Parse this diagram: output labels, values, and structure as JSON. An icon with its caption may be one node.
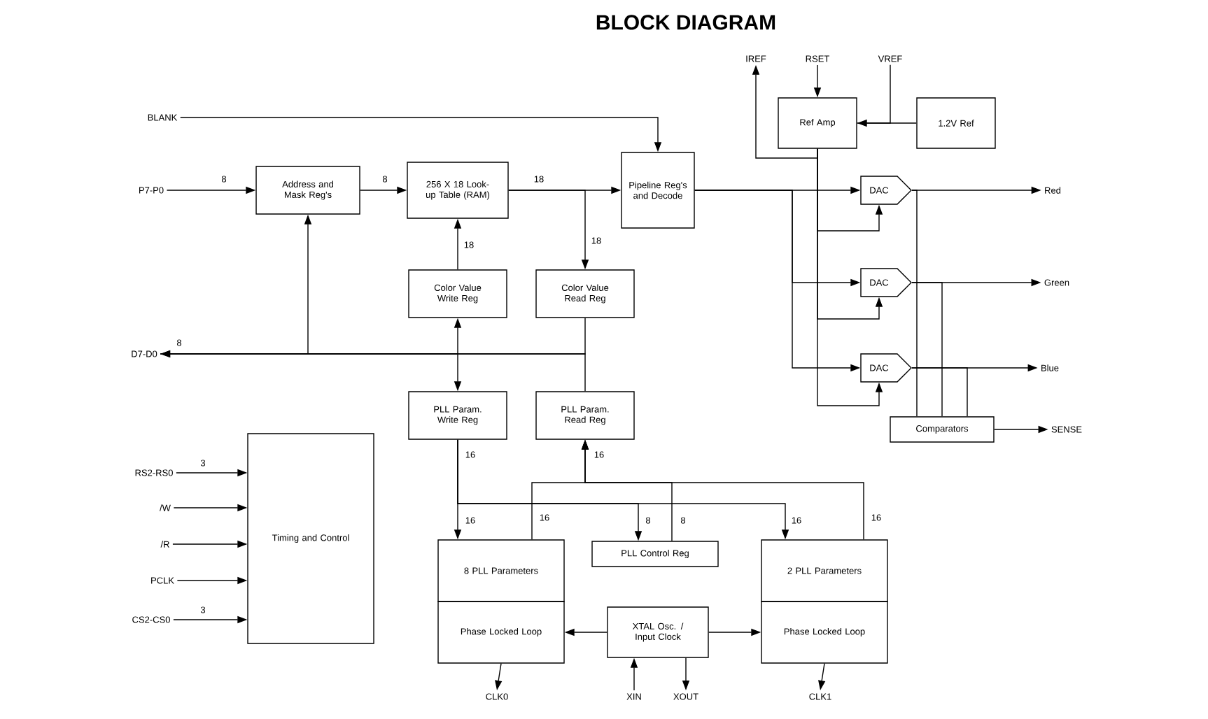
{
  "diagram": {
    "title": "BLOCK DIAGRAM",
    "nodes": [
      {
        "text": [
          "BLANK"
        ]
      },
      {
        "text": [
          "P7-P0"
        ]
      },
      {
        "text": [
          "Address and Mask Reg's"
        ]
      },
      {
        "text": [
          "256 X 18 Look-up Table (RAM)"
        ]
      },
      {
        "text": [
          "Pipeline Reg's and Decode"
        ]
      },
      {
        "text": [
          "Color Value Write Reg"
        ]
      },
      {
        "text": [
          "Color Value Read Reg"
        ]
      },
      {
        "text": [
          "D7-D0"
        ]
      },
      {
        "text": [
          "PLL Param. Write Reg"
        ]
      },
      {
        "text": [
          "PLL Param. Read Reg"
        ]
      },
      {
        "text": [
          "RS2-RS0"
        ]
      },
      {
        "text": [
          "/W"
        ]
      },
      {
        "text": [
          "/R"
        ]
      },
      {
        "text": [
          "PCLK"
        ]
      },
      {
        "text": [
          "CS2-CS0"
        ]
      },
      {
        "text": [
          "Timing and Control"
        ]
      },
      {
        "text": [
          "8 PLL Parameters"
        ]
      },
      {
        "text": [
          "Phase Locked Loop"
        ]
      },
      {
        "text": [
          "PLL Control Reg"
        ]
      },
      {
        "text": [
          "2 PLL Parameters"
        ]
      },
      {
        "text": [
          "Phase Locked Loop"
        ]
      },
      {
        "text": [
          "XTAL Osc. / Input Clock"
        ]
      },
      {
        "text": [
          "CLK0"
        ]
      },
      {
        "text": [
          "XIN"
        ]
      },
      {
        "text": [
          "XOUT"
        ]
      },
      {
        "text": [
          "CLK1"
        ]
      },
      {
        "text": [
          "IREF"
        ]
      },
      {
        "text": [
          "RSET"
        ]
      },
      {
        "text": [
          "VREF"
        ]
      },
      {
        "text": [
          "Ref Amp"
        ]
      },
      {
        "text": [
          "1.2V Ref"
        ]
      },
      {
        "text": [
          "DAC"
        ]
      },
      {
        "text": [
          "DAC"
        ]
      },
      {
        "text": [
          "DAC"
        ]
      },
      {
        "text": [
          "Red"
        ]
      },
      {
        "text": [
          "Green"
        ]
      },
      {
        "text": [
          "Blue"
        ]
      },
      {
        "text": [
          "Comparators"
        ]
      },
      {
        "text": [
          "SENSE"
        ]
      }
    ],
    "edges": [
      {
        "from": 0,
        "to": 4,
        "arrow": "to"
      },
      {
        "from": 1,
        "to": 2,
        "arrow": "to",
        "label": "8"
      },
      {
        "from": 2,
        "to": 3,
        "arrow": "to",
        "label": "8"
      },
      {
        "from": 3,
        "to": 4,
        "arrow": "to",
        "label": "18"
      },
      {
        "from": 3,
        "to": 6,
        "arrow": "to",
        "label": "18"
      },
      {
        "from": 5,
        "to": 3,
        "arrow": "to",
        "label": "18"
      },
      {
        "from": 7,
        "to": 5,
        "arrow": "to"
      },
      {
        "from": 7,
        "to": 2,
        "arrow": "to"
      },
      {
        "from": 6,
        "to": 7,
        "arrow": "to",
        "label": "8"
      },
      {
        "from": 7,
        "to": 8,
        "arrow": "to"
      },
      {
        "from": 9,
        "to": 7,
        "arrow": "to"
      },
      {
        "from": 8,
        "to": 16,
        "arrow": "to",
        "label": "16"
      },
      {
        "from": 8,
        "to": 18,
        "arrow": "to",
        "label": "8"
      },
      {
        "from": 8,
        "to": 19,
        "arrow": "to",
        "label": "16"
      },
      {
        "from": 16,
        "to": 9,
        "arrow": "to",
        "label": "16"
      },
      {
        "from": 18,
        "to": 9,
        "arrow": "to",
        "label": "8"
      },
      {
        "from": 19,
        "to": 9,
        "arrow": "to",
        "label": "16"
      },
      {
        "from": 10,
        "to": 15,
        "arrow": "to",
        "label": "3"
      },
      {
        "from": 11,
        "to": 15,
        "arrow": "to"
      },
      {
        "from": 12,
        "to": 15,
        "arrow": "to"
      },
      {
        "from": 13,
        "to": 15,
        "arrow": "to"
      },
      {
        "from": 14,
        "to": 15,
        "arrow": "to",
        "label": "3"
      },
      {
        "from": 21,
        "to": 17,
        "arrow": "to"
      },
      {
        "from": 21,
        "to": 20,
        "arrow": "to"
      },
      {
        "from": 17,
        "to": 22,
        "arrow": "to"
      },
      {
        "from": 23,
        "to": 21,
        "arrow": "to"
      },
      {
        "from": 21,
        "to": 24,
        "arrow": "to"
      },
      {
        "from": 20,
        "to": 25,
        "arrow": "to"
      },
      {
        "from": 29,
        "to": 26,
        "arrow": "to"
      },
      {
        "from": 27,
        "to": 29,
        "arrow": "to"
      },
      {
        "from": 30,
        "to": 29,
        "arrow": "to"
      },
      {
        "from": 28,
        "to": 29,
        "arrow": "none"
      },
      {
        "from": 29,
        "to": 31,
        "arrow": "to"
      },
      {
        "from": 29,
        "to": 32,
        "arrow": "to"
      },
      {
        "from": 29,
        "to": 33,
        "arrow": "to"
      },
      {
        "from": 4,
        "to": 31,
        "arrow": "to"
      },
      {
        "from": 4,
        "to": 32,
        "arrow": "to"
      },
      {
        "from": 4,
        "to": 33,
        "arrow": "to"
      },
      {
        "from": 31,
        "to": 34,
        "arrow": "to"
      },
      {
        "from": 32,
        "to": 35,
        "arrow": "to"
      },
      {
        "from": 33,
        "to": 36,
        "arrow": "to"
      },
      {
        "from": 31,
        "to": 37,
        "arrow": "none"
      },
      {
        "from": 32,
        "to": 37,
        "arrow": "none"
      },
      {
        "from": 33,
        "to": 37,
        "arrow": "none"
      },
      {
        "from": 37,
        "to": 38,
        "arrow": "to"
      }
    ],
    "labels": [
      "16",
      "16"
    ]
  }
}
